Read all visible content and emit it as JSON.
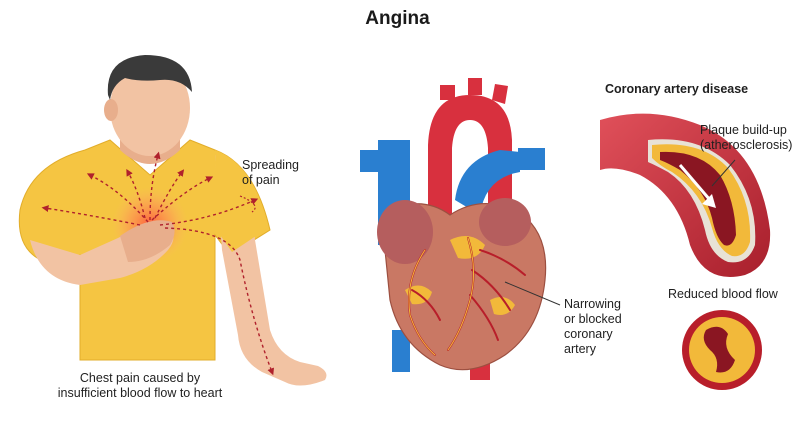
{
  "title": "Angina",
  "person": {
    "caption_line1": "Chest pain caused by",
    "caption_line2": "insufficient blood flow to heart",
    "spreading_line1": "Spreading",
    "spreading_line2": "of pain"
  },
  "heart": {
    "callout_line1": "Narrowing",
    "callout_line2": "or blocked",
    "callout_line3": "coronary",
    "callout_line4": "artery"
  },
  "artery": {
    "heading": "Coronary artery disease",
    "plaque_line1": "Plaque build-up",
    "plaque_line2": "(atherosclerosis)",
    "reduced_flow": "Reduced blood flow"
  },
  "colors": {
    "skin": "#f2c3a3",
    "shirt": "#f5c542",
    "hair": "#3a3a3a",
    "aorta": "#d8303e",
    "vein": "#2a7fd0",
    "plaque": "#f2b93a",
    "muscle": "#c97864"
  }
}
